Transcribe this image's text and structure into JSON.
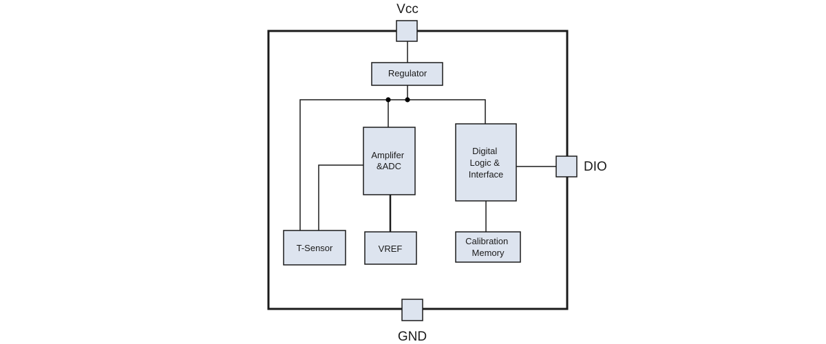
{
  "pins": {
    "vcc": "Vcc",
    "gnd": "GND",
    "dio": "DIO"
  },
  "blocks": {
    "regulator": [
      "Regulator"
    ],
    "amplifier_adc": [
      "Amplifer",
      "&ADC"
    ],
    "digital_logic": [
      "Digital",
      "Logic &",
      "Interface"
    ],
    "t_sensor": [
      "T-Sensor"
    ],
    "vref": [
      "VREF"
    ],
    "calibration_memory": [
      "Calibration",
      "Memory"
    ]
  }
}
